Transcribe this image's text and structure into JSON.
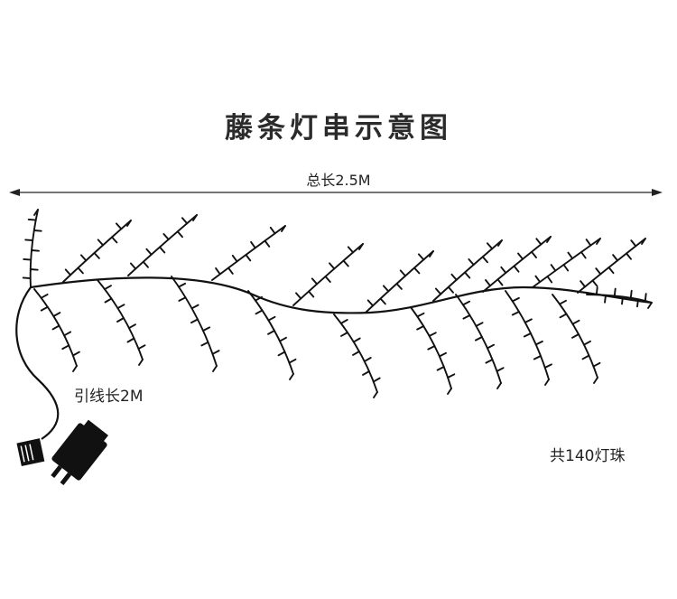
{
  "title": "藤条灯串示意图",
  "total_length_label": "总长2.5M",
  "lead_wire_label": "引线长2M",
  "bulb_count_label": "共140灯珠",
  "colors": {
    "wire": "#111111",
    "text": "#222222",
    "background": "#ffffff"
  }
}
